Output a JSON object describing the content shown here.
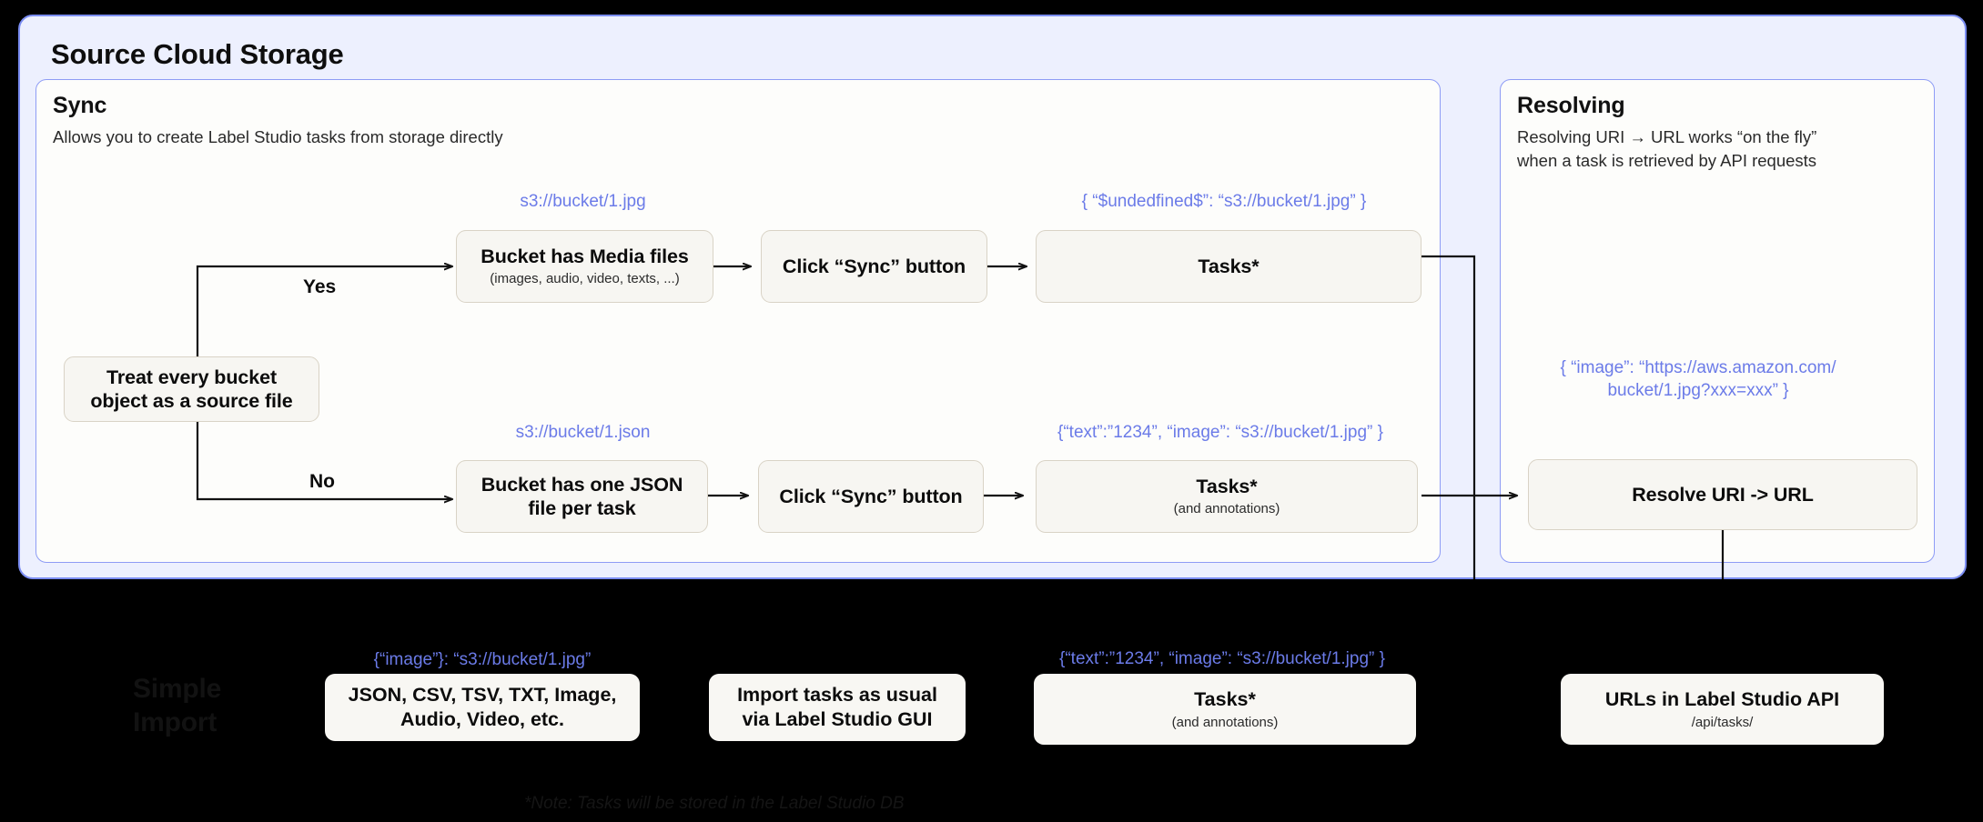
{
  "diagram": {
    "title": "Source Cloud Storage",
    "accent_blue": "#6B7BE8",
    "panel_bg": "#EDF0FE",
    "node_bg": "#F7F6F2"
  },
  "sync_panel": {
    "title": "Sync",
    "subtitle": "Allows you to create Label Studio tasks from storage directly",
    "branch_yes": "Yes",
    "branch_no": "No",
    "decision": "Treat every bucket\nobject as a source file",
    "yes_row": {
      "uri_label": "s3://bucket/1.jpg",
      "source_main": "Bucket has Media files",
      "source_sub": "(images, audio, video, texts, ...)",
      "action": "Click “Sync” button",
      "result_json": "{ “$undedfined$”: “s3://bucket/1.jpg” }",
      "result_main": "Tasks*"
    },
    "no_row": {
      "uri_label": "s3://bucket/1.json",
      "source_main": "Bucket has one JSON\nfile per task",
      "action": "Click “Sync” button",
      "result_json": "{“text”:”1234”,  “image”: “s3://bucket/1.jpg” }",
      "result_main": "Tasks*",
      "result_sub": "(and annotations)"
    }
  },
  "resolving_panel": {
    "title": "Resolving",
    "subtitle": "Resolving URI → URL works “on the fly”\nwhen a task is retrieved by API requests",
    "result_json": "{ “image”: “https://aws.amazon.com/\nbucket/1.jpg?xxx=xxx” }",
    "node_label": "Resolve URI -> URL"
  },
  "import_row": {
    "section_ghost": "Simple\nImport",
    "formats_json": "{“image”}: “s3://bucket/1.jpg”",
    "formats_main": "JSON, CSV, TSV, TXT, Image,\nAudio, Video, etc.",
    "import_main": "Import tasks as usual\nvia Label Studio GUI",
    "tasks_json": "{“text”:”1234”,  “image”: “s3://bucket/1.jpg” }",
    "tasks_main": "Tasks*",
    "tasks_sub": "(and annotations)",
    "api_main": "URLs in Label Studio API",
    "api_sub": "/api/tasks/"
  },
  "footer": {
    "note": "*Note: Tasks will be stored in the Label Studio DB"
  }
}
